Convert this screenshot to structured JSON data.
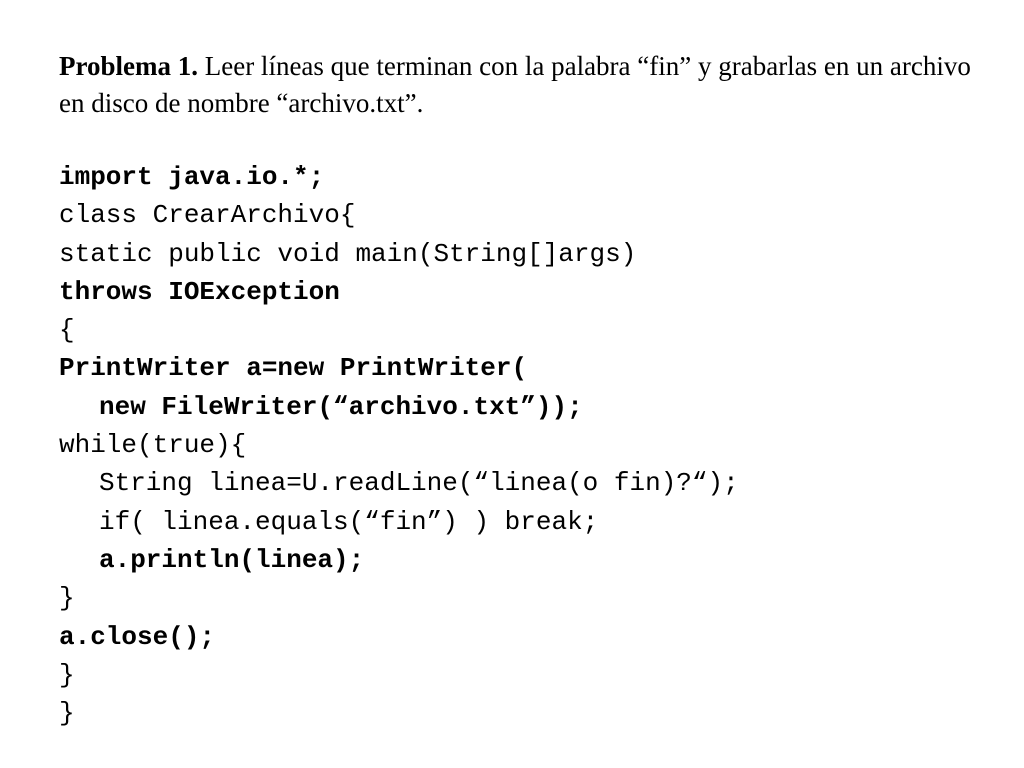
{
  "problem": {
    "label": "Problema 1.",
    "description": " Leer líneas que terminan con la palabra “fin” y grabarlas en un archivo en disco de nombre “archivo.txt”."
  },
  "code_lines": [
    "import java.io.*;",
    "class CrearArchivo{",
    "static public void main(String[]args)",
    "throws IOException",
    "{",
    "PrintWriter a=new PrintWriter(",
    "new FileWriter(“archivo.txt”));",
    "while(true){",
    "String linea=U.readLine(“linea(o fin)?“);",
    "if( linea.equals(“fin”) ) break;",
    "a.println(linea);",
    "}",
    "a.close();",
    "}",
    "}"
  ]
}
